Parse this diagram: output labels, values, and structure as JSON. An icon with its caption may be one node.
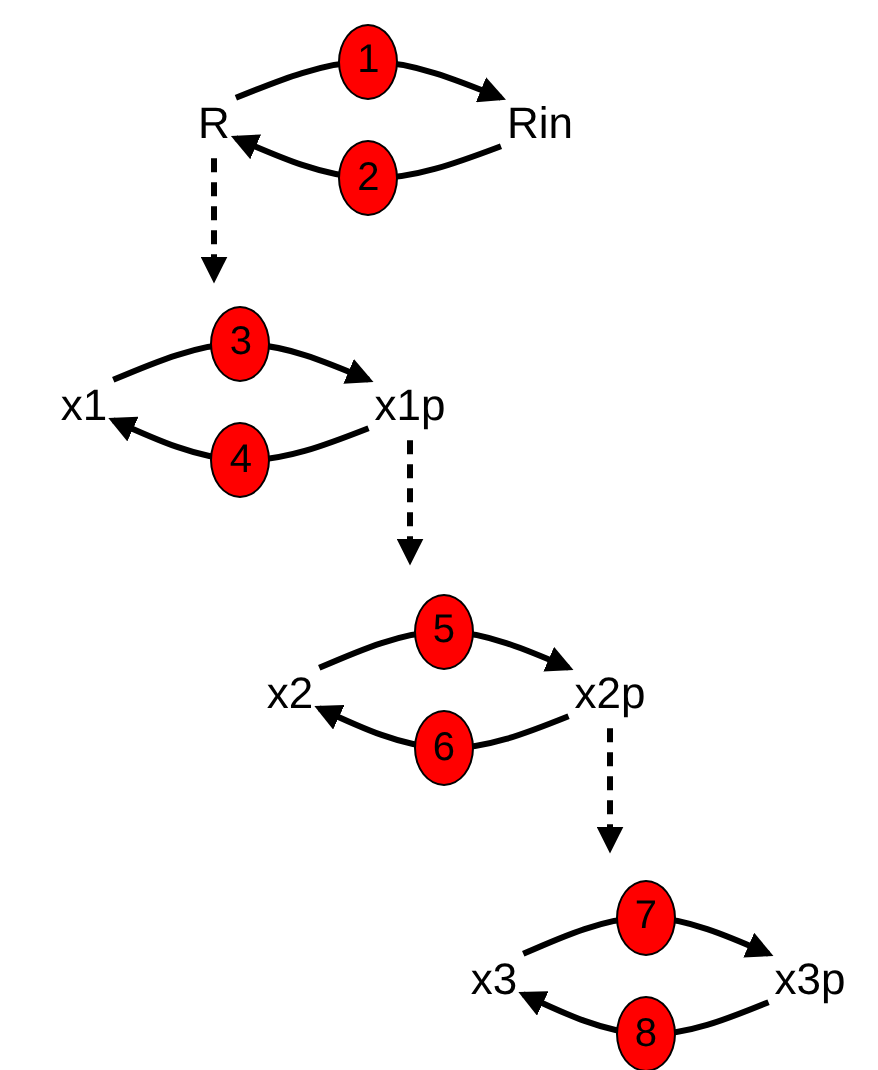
{
  "diagram": {
    "nodes": [
      {
        "text": [
          "R"
        ]
      },
      {
        "text": [
          "Rin"
        ]
      },
      {
        "text": [
          "x1"
        ]
      },
      {
        "text": [
          "x1p"
        ]
      },
      {
        "text": [
          "x2"
        ]
      },
      {
        "text": [
          "x2p"
        ]
      },
      {
        "text": [
          "x3"
        ]
      },
      {
        "text": [
          "x3p"
        ]
      }
    ],
    "edges": [
      {
        "from": 0,
        "to": 1,
        "arrow": "to",
        "label": "1"
      },
      {
        "from": 1,
        "to": 0,
        "arrow": "to",
        "label": "2"
      },
      {
        "from": 0,
        "to": null,
        "arrow": "to",
        "style": "dashed"
      },
      {
        "from": 2,
        "to": 3,
        "arrow": "to",
        "label": "3"
      },
      {
        "from": 3,
        "to": 2,
        "arrow": "to",
        "label": "4"
      },
      {
        "from": 3,
        "to": null,
        "arrow": "to",
        "style": "dashed"
      },
      {
        "from": 4,
        "to": 5,
        "arrow": "to",
        "label": "5"
      },
      {
        "from": 5,
        "to": 4,
        "arrow": "to",
        "label": "6"
      },
      {
        "from": 5,
        "to": null,
        "arrow": "to",
        "style": "dashed"
      },
      {
        "from": 6,
        "to": 7,
        "arrow": "to",
        "label": "7"
      },
      {
        "from": 7,
        "to": 6,
        "arrow": "to",
        "label": "8"
      }
    ]
  }
}
